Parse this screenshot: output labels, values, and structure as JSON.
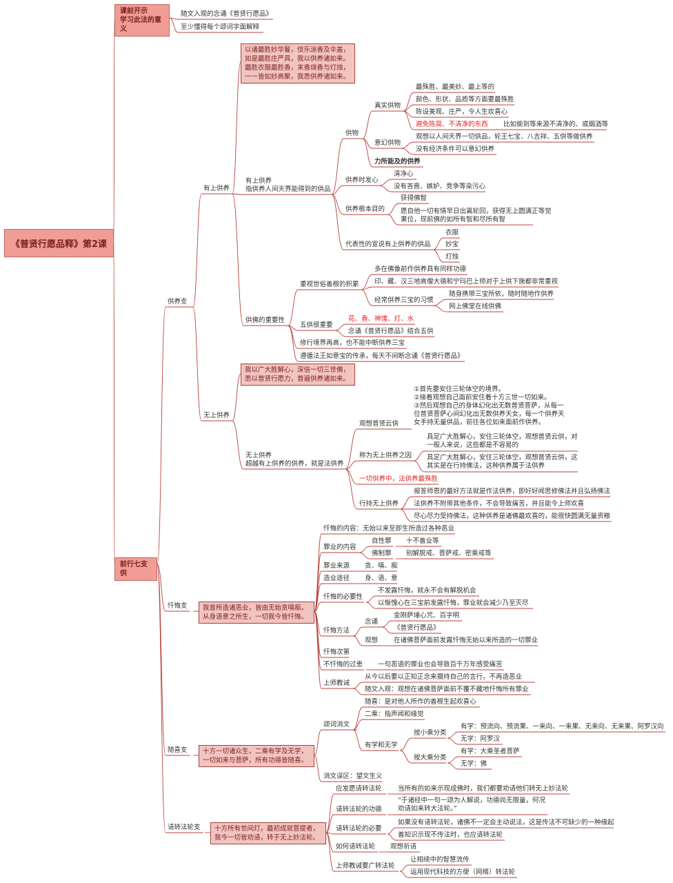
{
  "root": {
    "title": "《普贤行愿品释》第2课"
  },
  "intro": {
    "title_1": "课前开示",
    "title_2": "学习此法的意义",
    "items": [
      "随文入观的念诵《普贤行愿品》",
      "至少懂得每个颂词字面解释"
    ]
  },
  "main": {
    "title": "前行七支供",
    "offering": {
      "title": "供养支",
      "youshang": {
        "title": "有上供养",
        "verse": [
          "以诸最胜妙华鬘，伎乐涂香及伞盖，",
          "如是最胜庄严具，我以供养诸如来。",
          "最胜衣服最胜香，末香烧香与灯烛，",
          "一一皆如妙高聚，我悉供养诸如来。"
        ],
        "def": [
          "有上供养",
          "指供养人间天界能得到的供品"
        ],
        "gongwu": {
          "title": "供物",
          "real": {
            "title": "真实供物",
            "items": [
              "最殊胜、最美妙、最上等的",
              "颜色、形状、品质等方面要最殊胜",
              "陈设美观、庄严，令人生欢喜心",
              "避免陈腐、不清净的东西"
            ],
            "note": "比如偷到等来源不清净的、或烟酒等"
          },
          "imag": {
            "title": "意幻供物",
            "items": [
              "观想以人间天界一切供品，轮王七宝、八吉祥、五供等做供养",
              "没有经济条件可以意幻供养"
            ]
          },
          "capacity": "力所能及的供养"
        },
        "mind": {
          "title": "供养时发心",
          "items": [
            "清净心",
            "没有吝啬、嫉妒、竞争等染污心"
          ]
        },
        "purpose": {
          "title": "供养根本目的",
          "items": [
            "获得佛智",
            "愿自他一切有情早日出离轮回，获得无上圆满正等觉",
            "果位，现前佛的如所有智和尽所有智"
          ]
        },
        "rep": {
          "title": "代表性的宣说有上供养的供品",
          "items": [
            "衣服",
            "妙宝",
            "灯烛"
          ]
        },
        "importance": {
          "title": "供佛的重要性",
          "merit": {
            "title": "重视世俗善根的积累",
            "items": [
              "多在佛像前作供养具有同样功德",
              "印、藏、汉三地高僧大德和宁玛巴上师对于上供下施都非常重视"
            ],
            "habit": {
              "title": "经常供养三宝的习惯",
              "items": [
                "随身携带三宝所依，随时随地作供养",
                "网上佛堂在线供佛"
              ]
            }
          },
          "five": {
            "title": "五供很重要",
            "items": [
              "花、香、神馐、灯、水",
              "念诵《普贤行愿品》结合五供"
            ]
          },
          "extra": [
            "修行境界再高，也不能中断供养三宝",
            "遵循法王如意宝的传承，每天不间断念诵《普贤行愿品》"
          ]
        }
      },
      "wushang": {
        "title": "无上供养",
        "verse": [
          "我以广大胜解心，深信一切三世佛，",
          "悉以普贤行愿力，普遍供养诸如来。"
        ],
        "def": [
          "无上供养",
          "超越有上供养的供养，就是法供养"
        ],
        "visual": {
          "title": "观想普贤云供",
          "items": [
            "①首先要安住三轮体空的境界。",
            "②接着观想自己面前安住着十方三世一切如来。",
            "③然后观想自己的身体幻化出无数普贤菩萨，从每一",
            "位普贤菩萨心间幻化出无数供养天女，每一个供养天",
            "女手持无量供品，前往各位如来面前作供养。"
          ]
        },
        "reason": {
          "title": "称为无上供养之因",
          "items": [
            "具足广大胜解心，安住三轮体空，观想普贤云供，对",
            "一般人来说，这些都是不容易的",
            "具足广大胜解心，安住三轮体空，观想普贤云供，这",
            "其实是在行持佛法，这种供养属于法供养"
          ]
        },
        "best": "一切供养中，法供养最殊胜",
        "practice": {
          "title": "行持无上供养",
          "items": [
            "报答师恩的最好方法就是作法供养，即好好闻思修佛法并且弘扬佛法",
            "法供养不附带其他条件，不会导致痛苦，并且能令上师欢喜",
            "尽心尽力受持佛法，这种供养是诸佛最欢喜的，能很快圆满无量资粮"
          ]
        }
      }
    },
    "repent": {
      "title": "忏悔支",
      "verse": [
        "我昔所造诸恶业，皆由无始贪嗔痴，",
        "从身语意之所生，一切我今皆忏悔。"
      ],
      "content": "忏悔的内容：无始以来至即生所造过各种恶业",
      "karma": {
        "title": "罪业的内容",
        "natural": "自性罪",
        "natural_v": "十不善业等",
        "prohibited": "佛制罪",
        "prohibited_v": "别解脱戒、菩萨戒、密乘戒等"
      },
      "source": {
        "title": "罪业来源",
        "value": "贪、嗔、痴"
      },
      "path": {
        "title": "造业途径",
        "value": "身、语、意"
      },
      "need": {
        "title": "忏悔的必要性",
        "items": [
          "不发露忏悔，就永不会有解脱机会",
          "以惭愧心在三宝前发露忏悔，罪业就会减少乃至灭尽"
        ]
      },
      "method": {
        "title": "忏悔方法",
        "recite": "念诵",
        "recite_items": [
          "金刚萨埵心咒、百字明",
          "《普贤行愿品》"
        ],
        "visual": "观想",
        "visual_v": "在诸佛菩萨面前发露忏悔无始以来所造的一切罪业"
      },
      "order": "忏悔次第",
      "fault": {
        "title": "不忏悔的过患",
        "value": "一句恶语的罪业也会导致百千万年感受痛苦"
      },
      "teach": {
        "title": "上师教诫",
        "items": [
          "从今以后要以正知正念来摄持自己的言行，不再造恶业",
          "随文入观：观想在诸佛菩萨面前不覆不藏地忏悔所有罪业"
        ]
      }
    },
    "rejoice": {
      "title": "随喜支",
      "verse": [
        "十方一切诸众生，二乘有学及无学，",
        "一切如来与菩萨，所有功德皆随喜。"
      ],
      "explain": {
        "title": "颂词消文",
        "items": [
          "随喜：是对他人所作的善根生起欢喜心",
          "二乘：指声闻和缘觉"
        ],
        "learn": {
          "title": "有学和无学",
          "small": {
            "title": "按小乘分类",
            "items": [
              "有学：预流向、预流果、一来向、一来果、无来向、无来果、阿罗汉向",
              "无学：阿罗汉"
            ]
          },
          "great": {
            "title": "按大乘分类",
            "items": [
              "有学：大乘圣者菩萨",
              "无学：佛"
            ]
          }
        }
      },
      "error": "消文误区：望文生义"
    },
    "turning": {
      "title": "请转法轮支",
      "verse": [
        "十方所有世间灯，最初成就菩提者，",
        "我今一切皆劝请，转于无上妙法轮。"
      ],
      "vow": {
        "title": "应发愿请转法轮",
        "value": "当所有的如来示现成佛时，我们都要劝请他们转无上妙法轮"
      },
      "merit": {
        "title": "请转法轮的功德",
        "items": [
          "“于诸经中一句一颂为人解说，功德尚无限量，何况",
          "劝请如来转大法轮。”"
        ]
      },
      "need": {
        "title": "请转法轮的必要",
        "items": [
          "如果没有请转法轮，诸佛不一定会主动说法，这是传法不可缺少的一种缘起",
          "善知识示现不传法时，也应请转法轮"
        ]
      },
      "how": {
        "title": "如何请转法轮",
        "value": "观想祈请"
      },
      "teach": {
        "title": "上师教诫要广转法轮",
        "items": [
          "让相续中的智慧流传",
          "运用现代科技的方便（网络）转法轮"
        ]
      }
    }
  }
}
